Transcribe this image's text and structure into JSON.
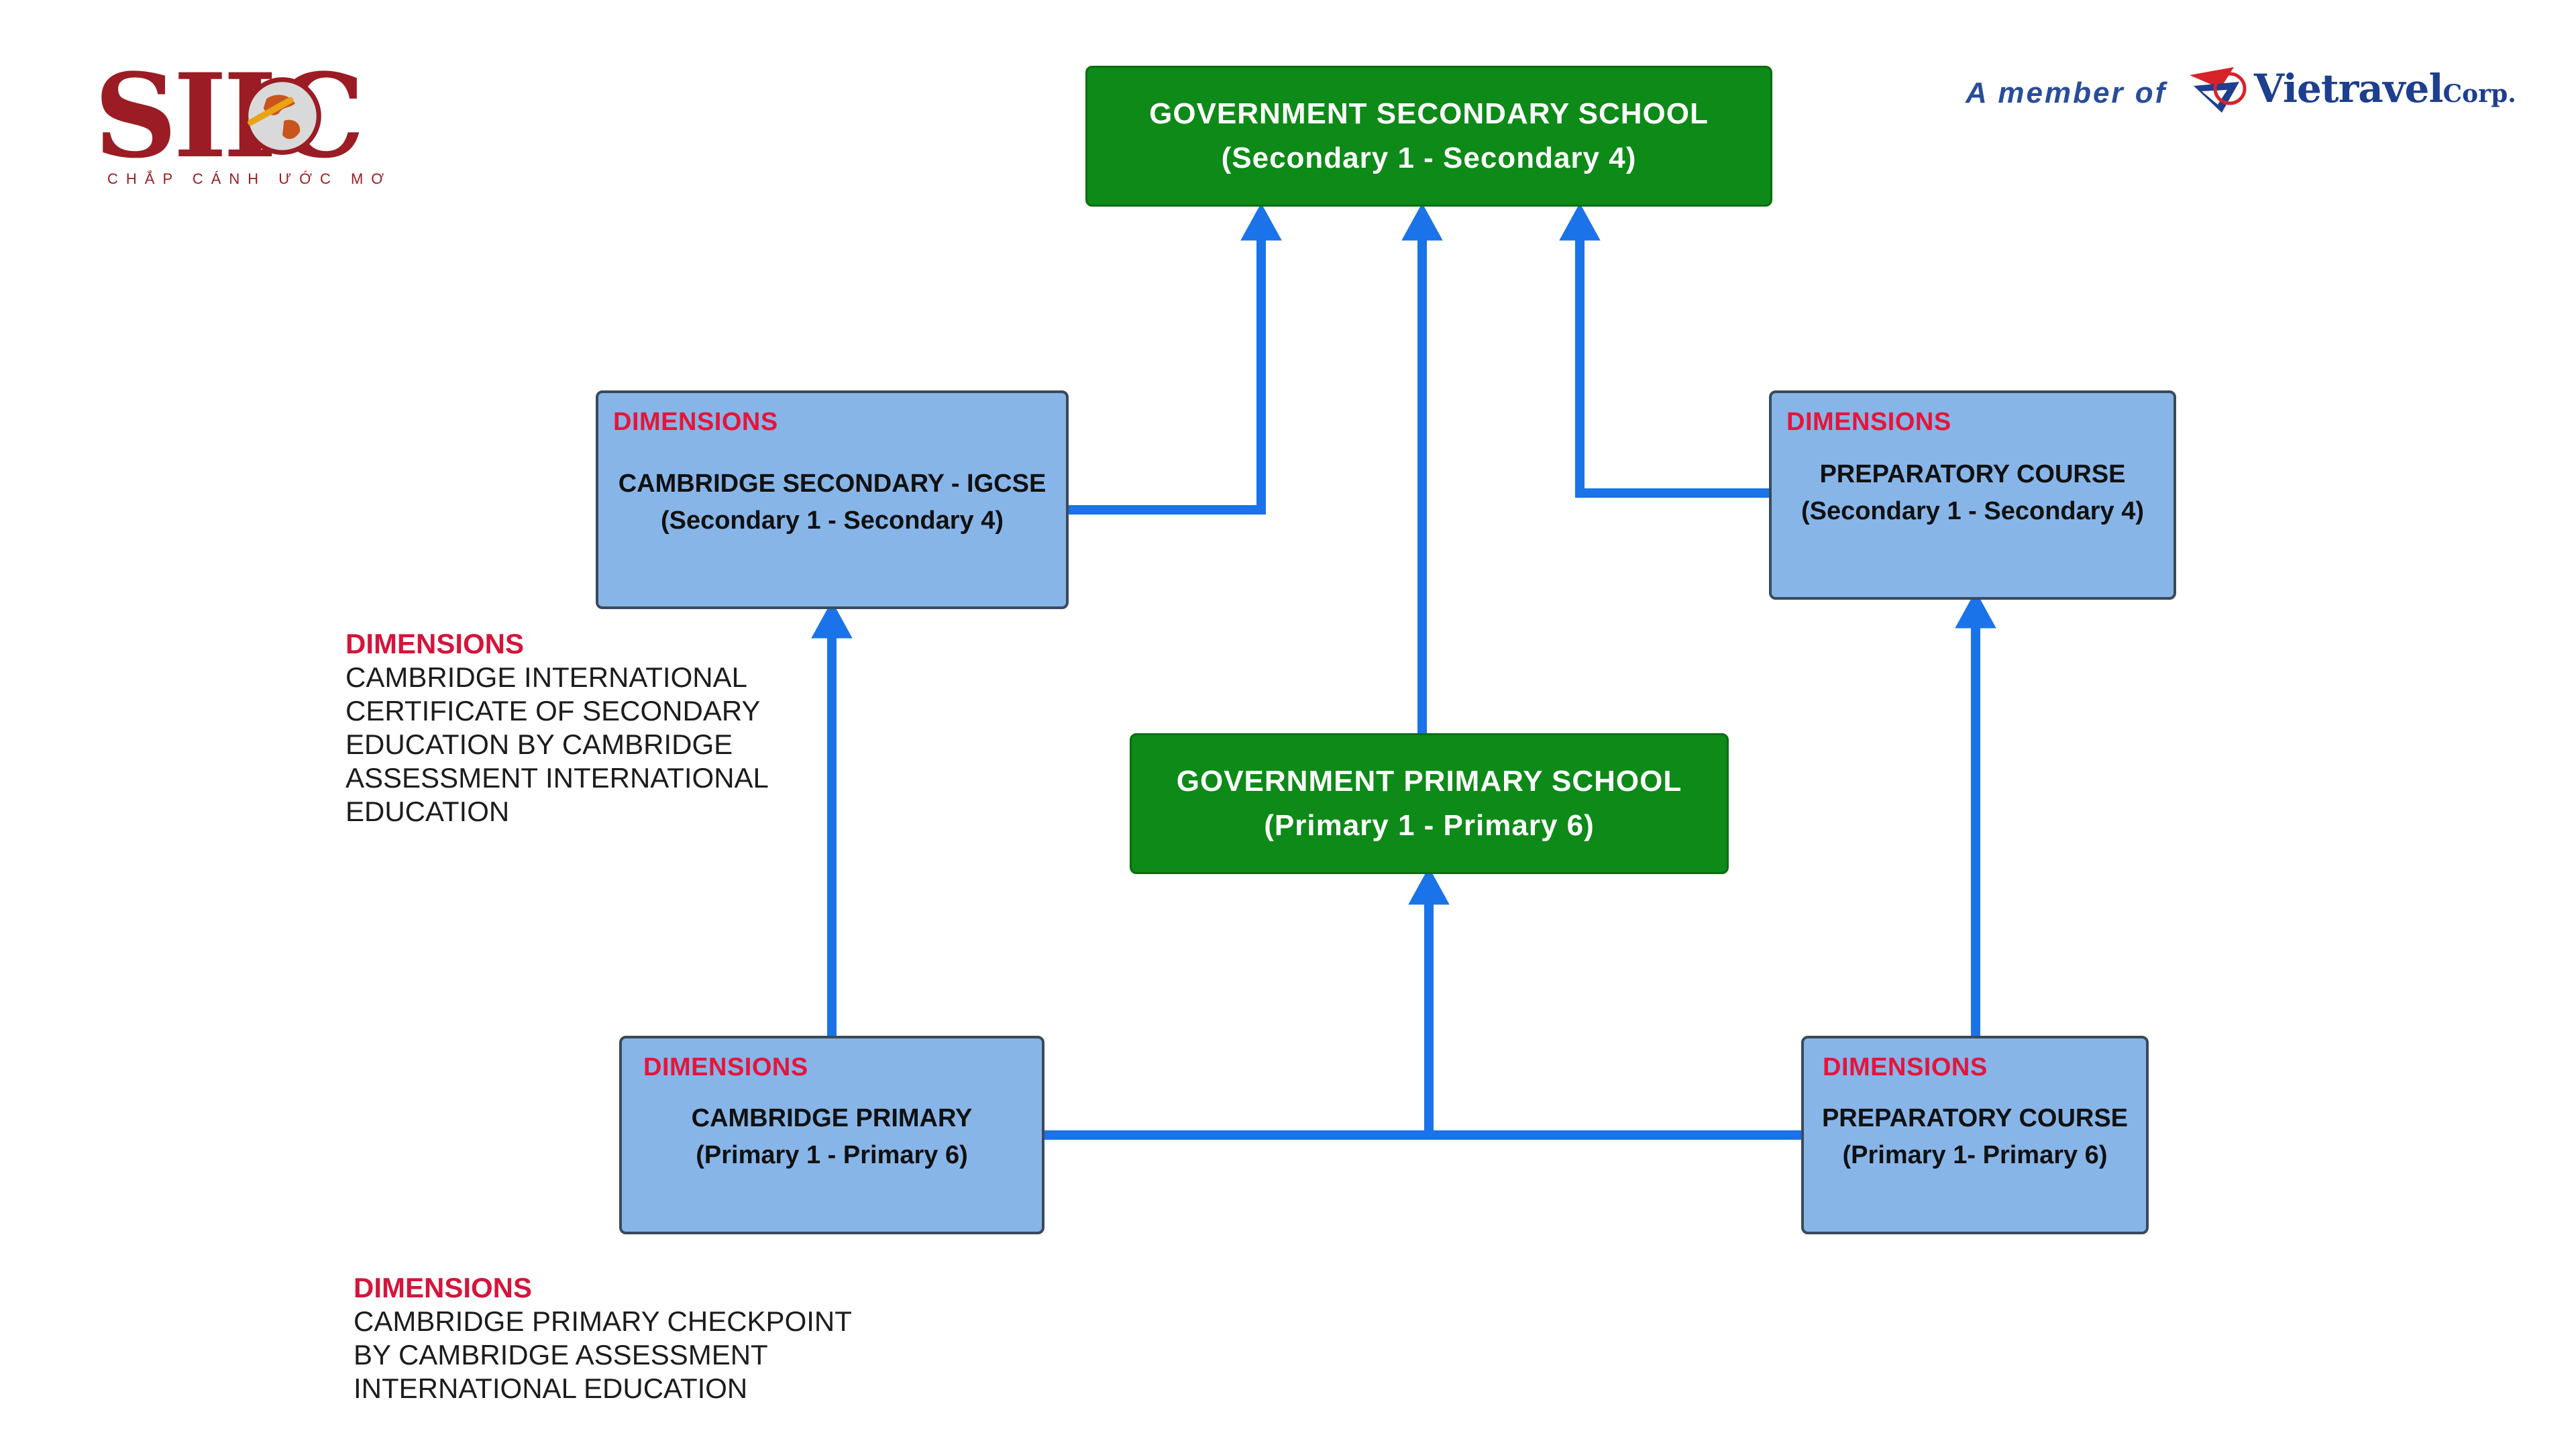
{
  "logos": {
    "siic": {
      "brand": "SIIC",
      "tagline": "CHẮP CÁNH ƯỚC MƠ",
      "color": "#9b1c24"
    },
    "member": {
      "prefix": "A member of",
      "name": "Vietravel",
      "suffix": "Corp."
    }
  },
  "nodes": {
    "gov_secondary": {
      "line1": "GOVERNMENT SECONDARY SCHOOL",
      "line2": "(Secondary 1 - Secondary 4)"
    },
    "gov_primary": {
      "line1": "GOVERNMENT PRIMARY SCHOOL",
      "line2": "(Primary 1 - Primary 6)"
    },
    "cambridge_secondary": {
      "tag": "DIMENSIONS",
      "line1": "CAMBRIDGE SECONDARY - IGCSE",
      "line2": "(Secondary 1 - Secondary 4)"
    },
    "prep_secondary": {
      "tag": "DIMENSIONS",
      "line1": "PREPARATORY COURSE",
      "line2": "(Secondary 1 - Secondary 4)"
    },
    "cambridge_primary": {
      "tag": "DIMENSIONS",
      "line1": "CAMBRIDGE PRIMARY",
      "line2": "(Primary 1 - Primary 6)"
    },
    "prep_primary": {
      "tag": "DIMENSIONS",
      "line1": "PREPARATORY COURSE",
      "line2": "(Primary 1- Primary 6)"
    }
  },
  "notes": {
    "secondary": {
      "tag": "DIMENSIONS",
      "text": "CAMBRIDGE INTERNATIONAL\nCERTIFICATE OF SECONDARY\nEDUCATION BY CAMBRIDGE\nASSESSMENT INTERNATIONAL\nEDUCATION"
    },
    "primary": {
      "tag": "DIMENSIONS",
      "text": "CAMBRIDGE PRIMARY CHECKPOINT\nBY CAMBRIDGE ASSESSMENT\nINTERNATIONAL EDUCATION"
    }
  },
  "colors": {
    "green": "#0d8a17",
    "blue_box": "#87b5e8",
    "arrow": "#1a73e8",
    "dimensions_red": "#e5153b"
  }
}
